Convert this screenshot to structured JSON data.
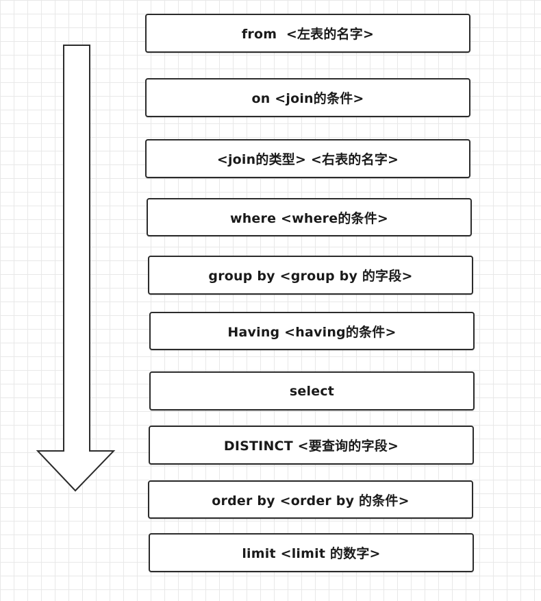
{
  "flow": {
    "direction_icon": "down-arrow-icon",
    "steps": [
      {
        "label": "from  <左表的名字>"
      },
      {
        "label": "on <join的条件>"
      },
      {
        "label": "<join的类型> <右表的名字>"
      },
      {
        "label": "where <where的条件>"
      },
      {
        "label": "group by <group by 的字段>"
      },
      {
        "label": "Having <having的条件>"
      },
      {
        "label": "select"
      },
      {
        "label": "DISTINCT <要查询的字段>"
      },
      {
        "label": "order by <order by 的条件>"
      },
      {
        "label": "limit <limit 的数字>"
      }
    ]
  },
  "colors": {
    "stroke": "#2b2b2b",
    "grid": "#e8e8e8",
    "background": "#ffffff"
  }
}
